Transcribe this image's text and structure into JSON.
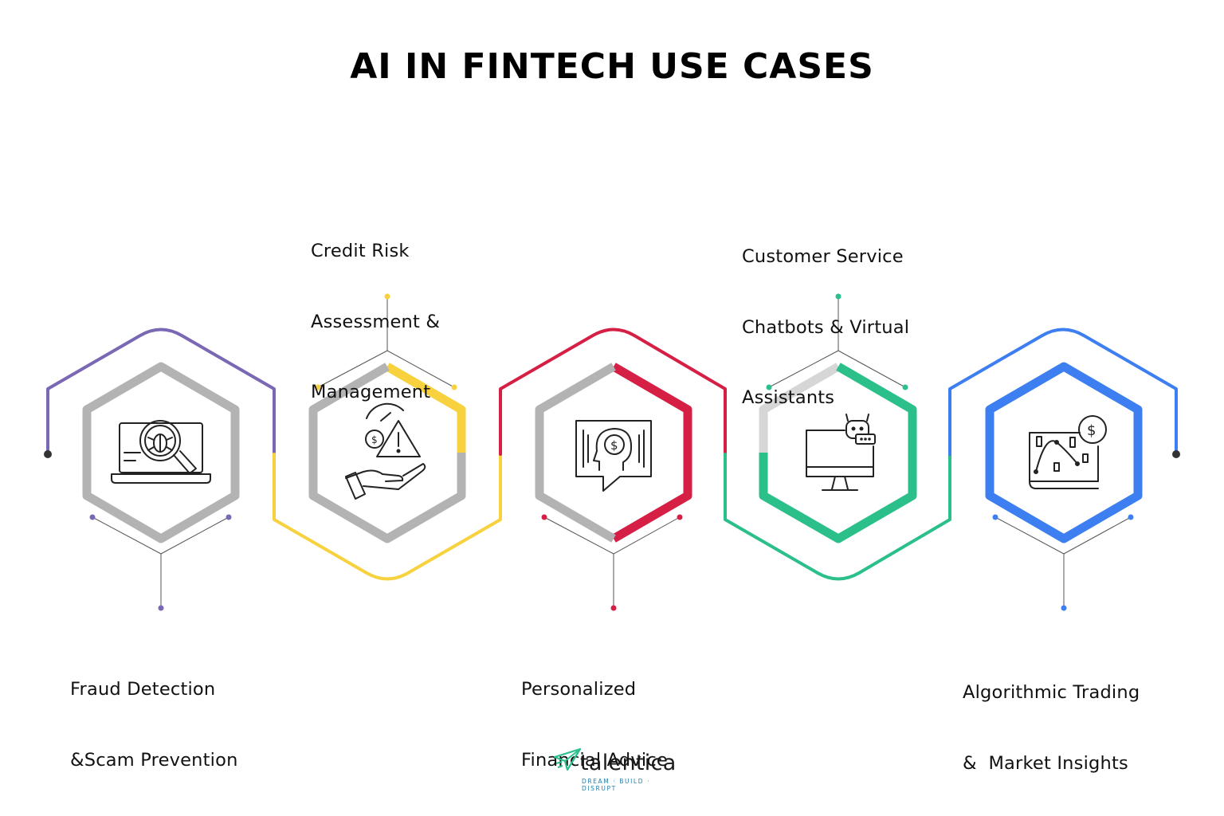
{
  "title": "AI IN FINTECH USE CASES",
  "colors": {
    "purple": "#7b68b5",
    "yellow": "#f7d23e",
    "red": "#d61f45",
    "green": "#2bbf8a",
    "blue": "#3d7ef0",
    "gray": "#b3b3b3",
    "dark": "#333333"
  },
  "use_cases": [
    {
      "lines": [
        "Fraud Detection",
        "&Scam Prevention"
      ],
      "color": "#7b68b5",
      "icon": "laptop-bug-magnifier-icon"
    },
    {
      "lines": [
        "Credit Risk",
        "Assessment &",
        "Management"
      ],
      "color": "#f7d23e",
      "icon": "risk-gauge-warning-hand-icon"
    },
    {
      "lines": [
        "Personalized",
        "Financial Advice"
      ],
      "color": "#d61f45",
      "icon": "head-dollar-speech-bubble-icon"
    },
    {
      "lines": [
        "Customer Service",
        "Chatbots & Virtual",
        "Assistants"
      ],
      "color": "#2bbf8a",
      "icon": "monitor-chatbot-icon"
    },
    {
      "lines": [
        "Algorithmic Trading",
        "&  Market Insights"
      ],
      "color": "#3d7ef0",
      "icon": "trading-chart-dollar-icon"
    }
  ],
  "brand": {
    "name": "talentica",
    "tagline": "DREAM · BUILD · DISRUPT",
    "icon": "paper-plane-icon"
  }
}
